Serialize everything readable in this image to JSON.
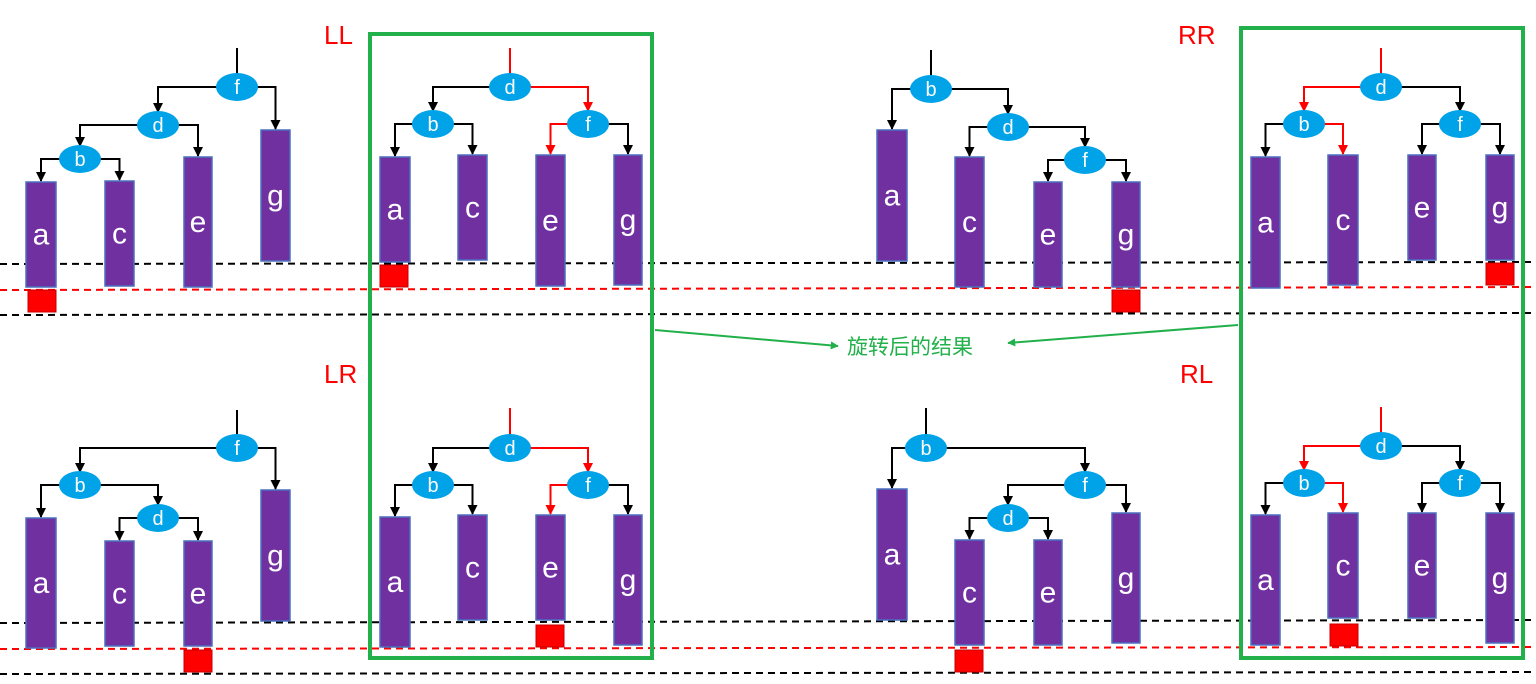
{
  "labels": {
    "ll": "LL",
    "rr": "RR",
    "lr": "LR",
    "rl": "RL"
  },
  "caption": "旋转后的结果",
  "colors": {
    "column": "#7030a0",
    "node": "#00a2e8",
    "imbalance": "#ff0000",
    "highlight": "#22b04a"
  },
  "trees": [
    {
      "id": "LL-before",
      "nodes": [
        "f",
        "d",
        "b"
      ],
      "leaves": [
        "a",
        "c",
        "e",
        "g"
      ]
    },
    {
      "id": "LL-after",
      "nodes": [
        "d",
        "b",
        "f"
      ],
      "leaves": [
        "a",
        "c",
        "e",
        "g"
      ]
    },
    {
      "id": "RR-before",
      "nodes": [
        "b",
        "d",
        "f"
      ],
      "leaves": [
        "a",
        "c",
        "e",
        "g"
      ]
    },
    {
      "id": "RR-after",
      "nodes": [
        "d",
        "b",
        "f"
      ],
      "leaves": [
        "a",
        "c",
        "e",
        "g"
      ]
    },
    {
      "id": "LR-before",
      "nodes": [
        "f",
        "b",
        "d"
      ],
      "leaves": [
        "a",
        "c",
        "e",
        "g"
      ]
    },
    {
      "id": "LR-after",
      "nodes": [
        "d",
        "b",
        "f"
      ],
      "leaves": [
        "a",
        "c",
        "e",
        "g"
      ]
    },
    {
      "id": "RL-before",
      "nodes": [
        "b",
        "f",
        "d"
      ],
      "leaves": [
        "a",
        "c",
        "e",
        "g"
      ]
    },
    {
      "id": "RL-after",
      "nodes": [
        "d",
        "b",
        "f"
      ],
      "leaves": [
        "a",
        "c",
        "e",
        "g"
      ]
    }
  ]
}
